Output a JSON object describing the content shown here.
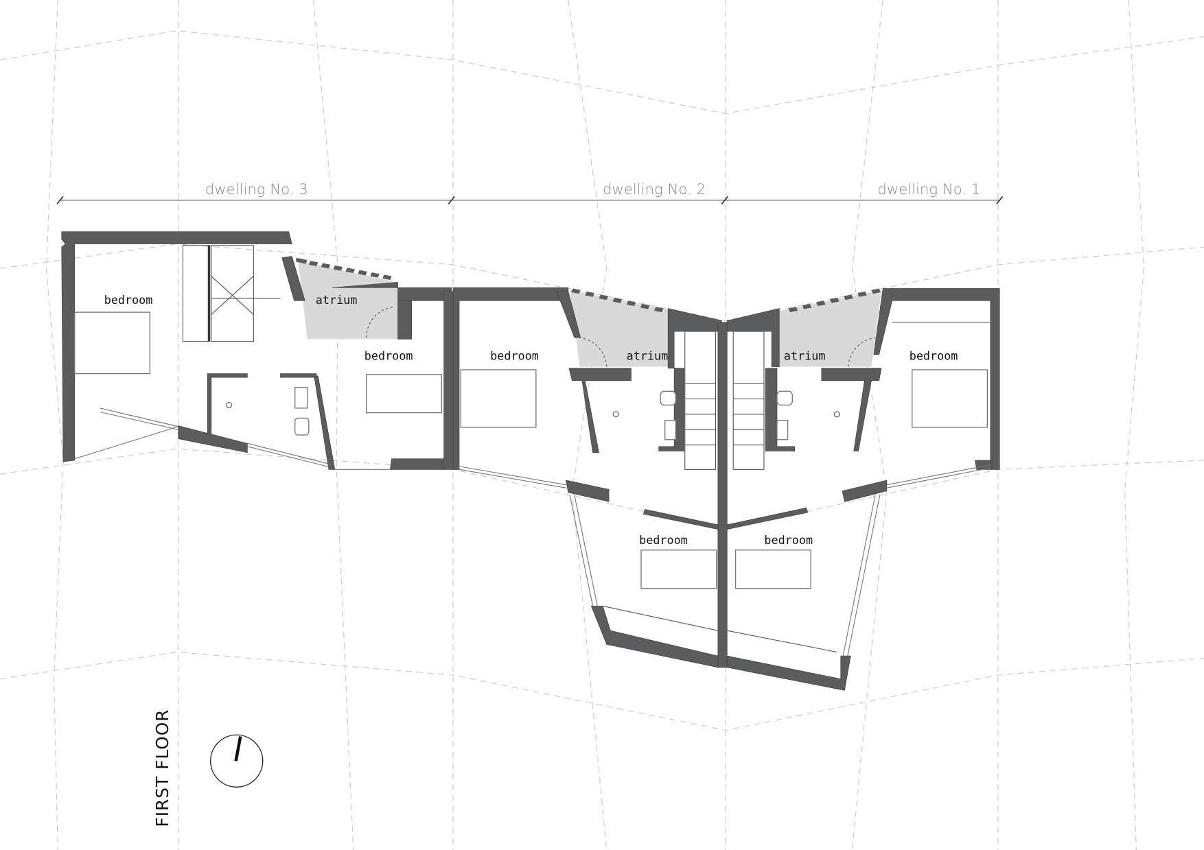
{
  "title": "FIRST FLOOR",
  "dwellings": [
    {
      "label": "dwelling No. 3"
    },
    {
      "label": "dwelling No. 2"
    },
    {
      "label": "dwelling No. 1"
    }
  ],
  "rooms": {
    "d3_bedroom_left": "bedroom",
    "d3_atrium": "atrium",
    "d3_bedroom_right": "bedroom",
    "d2_bedroom": "bedroom",
    "d2_atrium": "atrium",
    "d2_bedroom_lower": "bedroom",
    "d1_atrium": "atrium",
    "d1_bedroom": "bedroom",
    "d1_bedroom_lower": "bedroom"
  },
  "colors": {
    "wall": "#5b5c5e",
    "atrium": "#d9d9d9",
    "grid": "#c8c8c8"
  },
  "north_arrow": {
    "icon": "north-arrow-icon"
  }
}
